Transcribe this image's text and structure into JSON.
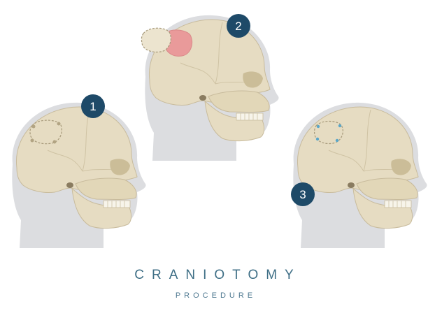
{
  "title": "CRANIOTOMY",
  "subtitle": "PROCEDURE",
  "steps": [
    {
      "number": "1"
    },
    {
      "number": "2"
    },
    {
      "number": "3"
    }
  ],
  "colors": {
    "badge": "#1e4a68",
    "bone": "#e6dcc2",
    "head": "#dcdde0",
    "flap_highlight": "#e99a9a",
    "screw_marker": "#5aa6c8"
  }
}
